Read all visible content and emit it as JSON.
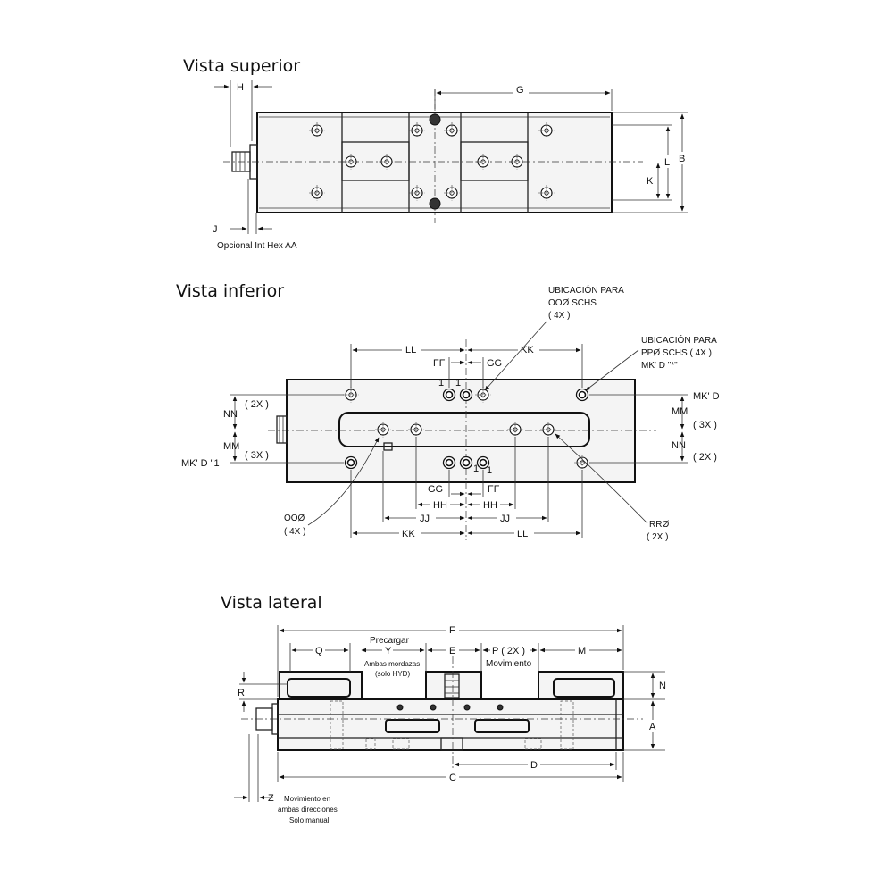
{
  "views": {
    "top": {
      "title": "Vista superior",
      "note": "Opcional Int Hex AA"
    },
    "bottom": {
      "title": "Vista inferior",
      "callout_ooo_top": [
        "UBICACIÓN PARA",
        "OOØ SCHS",
        "( 4X )"
      ],
      "callout_pp": [
        "UBICACIÓN PARA",
        "PPØ SCHS  ( 4X )",
        "MK' D \"*\""
      ],
      "callout_ooo_bottom": [
        "OOØ",
        "( 4X )"
      ],
      "callout_rr": [
        "RRØ",
        "( 2X )"
      ]
    },
    "side": {
      "title": "Vista lateral",
      "preload": [
        "Precargar",
        "Y",
        "Ambas mordazas",
        "(solo HYD)"
      ],
      "movement": "Movimiento",
      "manual_note": [
        "Movimiento en",
        "ambas direcciones",
        "Solo manual"
      ]
    }
  },
  "dimensions": {
    "H": "H",
    "G": "G",
    "L": "L",
    "B": "B",
    "K": "K",
    "J": "J",
    "LL": "LL",
    "KK": "KK",
    "FF": "FF",
    "GG": "GG",
    "HH": "HH",
    "JJ": "JJ",
    "NN": "NN",
    "MM": "MM",
    "MKD": "MK' D",
    "MKD1": "MK' D \"1",
    "x2": "( 2X )",
    "x3": "( 3X )",
    "one": "1",
    "F": "F",
    "Q": "Q",
    "E": "E",
    "P2X": "P ( 2X )",
    "M": "M",
    "R": "R",
    "N": "N",
    "A": "A",
    "D": "D",
    "C": "C",
    "Z": "Z"
  }
}
